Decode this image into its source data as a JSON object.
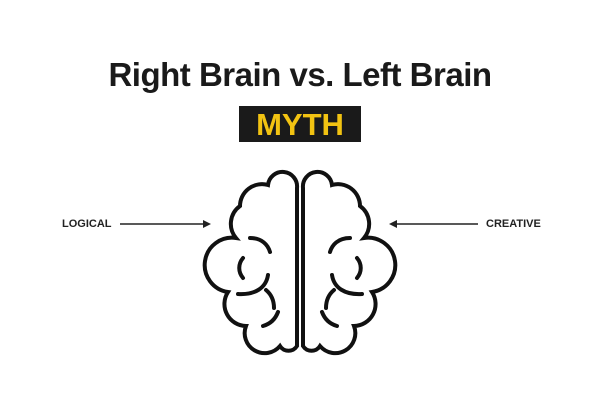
{
  "title": "Right Brain vs. Left Brain",
  "badge": "MYTH",
  "labels": {
    "left": "LOGICAL",
    "right": "CREATIVE"
  },
  "icons": {
    "center": "brain-icon",
    "left_arrow": "arrow-right-icon",
    "right_arrow": "arrow-left-icon"
  },
  "colors": {
    "accent": "#f2c312",
    "ink": "#1a1a1a"
  }
}
